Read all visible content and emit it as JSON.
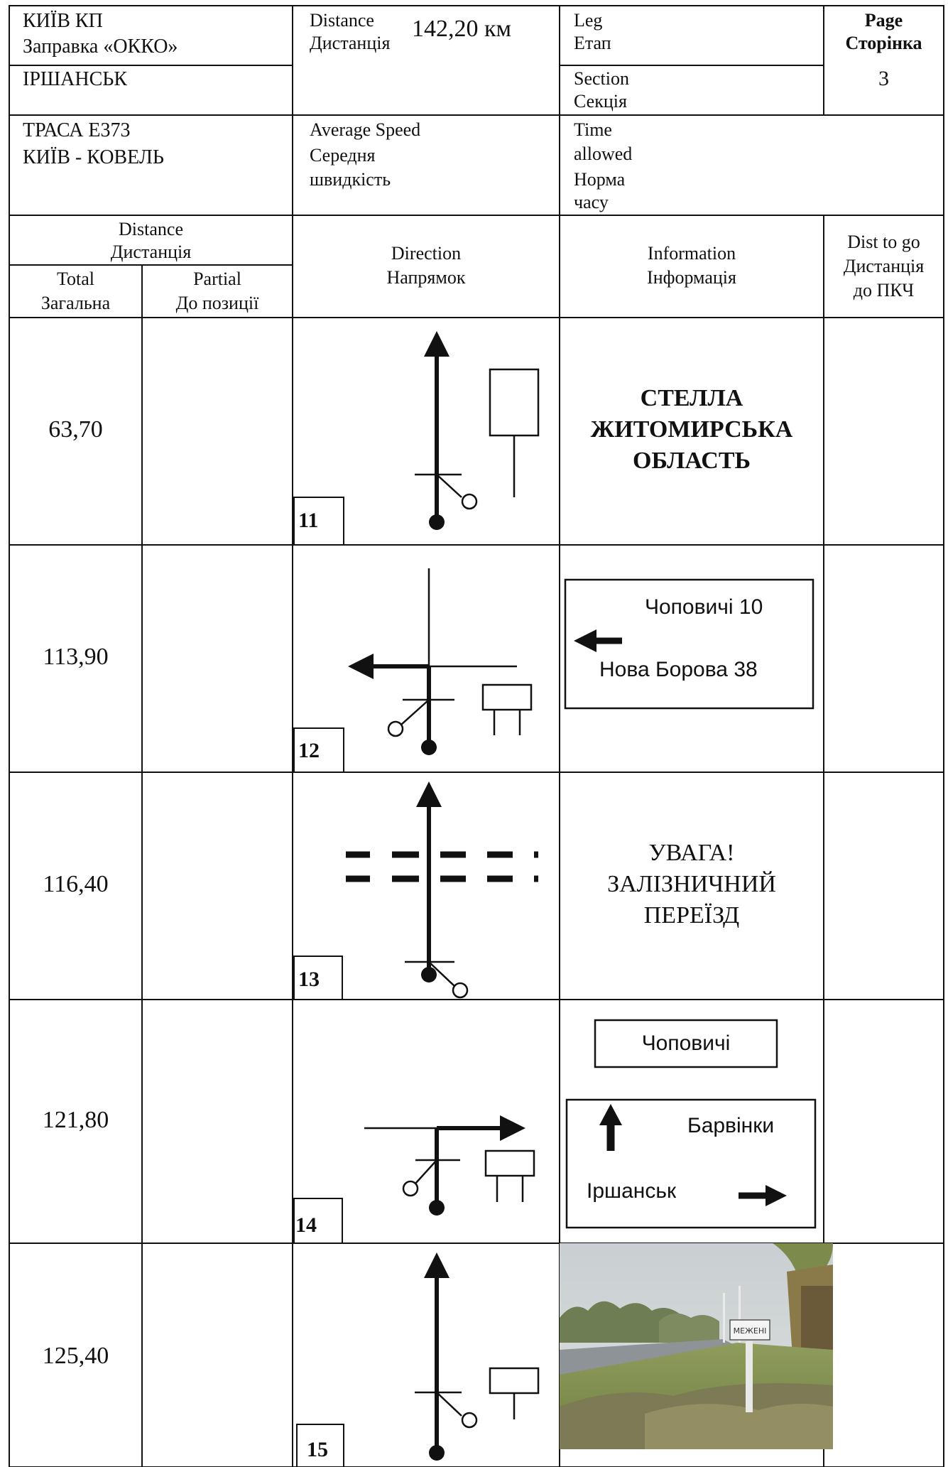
{
  "header": {
    "start": {
      "line1": "КИЇВ КП",
      "line2": "Заправка «ОККО»"
    },
    "finish": "ІРШАНСЬК",
    "distance": {
      "label_en": "Distance",
      "label_ua": "Дистанція",
      "value": "142,20 км"
    },
    "leg": {
      "label_en": "Leg",
      "label_ua": "Етап"
    },
    "section": {
      "label_en": "Section",
      "label_ua": "Секція"
    },
    "page": {
      "label_en": "Page",
      "label_ua": "Сторінка",
      "value": "3"
    },
    "route": {
      "line1": "ТРАСА Е373",
      "line2": "КИЇВ - КОВЕЛЬ"
    },
    "avg_speed": {
      "line1": "Average Speed",
      "line2": "Середня",
      "line3": "швидкість"
    },
    "time_allowed": {
      "line1": "Time",
      "line2": "allowed",
      "line3": "Норма",
      "line4": "часу"
    }
  },
  "columns": {
    "distance": {
      "en": "Distance",
      "ua": "Дистанція"
    },
    "total": {
      "en": "Total",
      "ua": "Загальна"
    },
    "partial": {
      "en": "Partial",
      "ua": "До позиції"
    },
    "direction": {
      "en": "Direction",
      "ua": "Напрямок"
    },
    "information": {
      "en": "Information",
      "ua": "Інформація"
    },
    "dist_to_go": {
      "line1": "Dist to go",
      "line2": "Дистанція",
      "line3": "до ПКЧ"
    }
  },
  "rows": [
    {
      "total": "63,70",
      "number": "11",
      "info": {
        "line1": "СТЕЛЛА",
        "line2": "ЖИТОМИРСЬКА",
        "line3": "ОБЛАСТЬ"
      }
    },
    {
      "total": "113,90",
      "number": "12",
      "info": {
        "line1": "Чоповичі 10",
        "line2": "Нова Борова 38"
      }
    },
    {
      "total": "116,40",
      "number": "13",
      "info": {
        "line1": "УВАГА!",
        "line2": "ЗАЛІЗНИЧНИЙ",
        "line3": "ПЕРЕЇЗД"
      }
    },
    {
      "total": "121,80",
      "number": "14",
      "info": {
        "top_sign": "Чоповичі",
        "line1": "Барвінки",
        "line2": "Іршанськ"
      }
    },
    {
      "total": "125,40",
      "number": "15",
      "photo_sign": "МЕЖЕНІ"
    }
  ],
  "colors": {
    "ink": "#111111",
    "paper": "#ffffff"
  }
}
